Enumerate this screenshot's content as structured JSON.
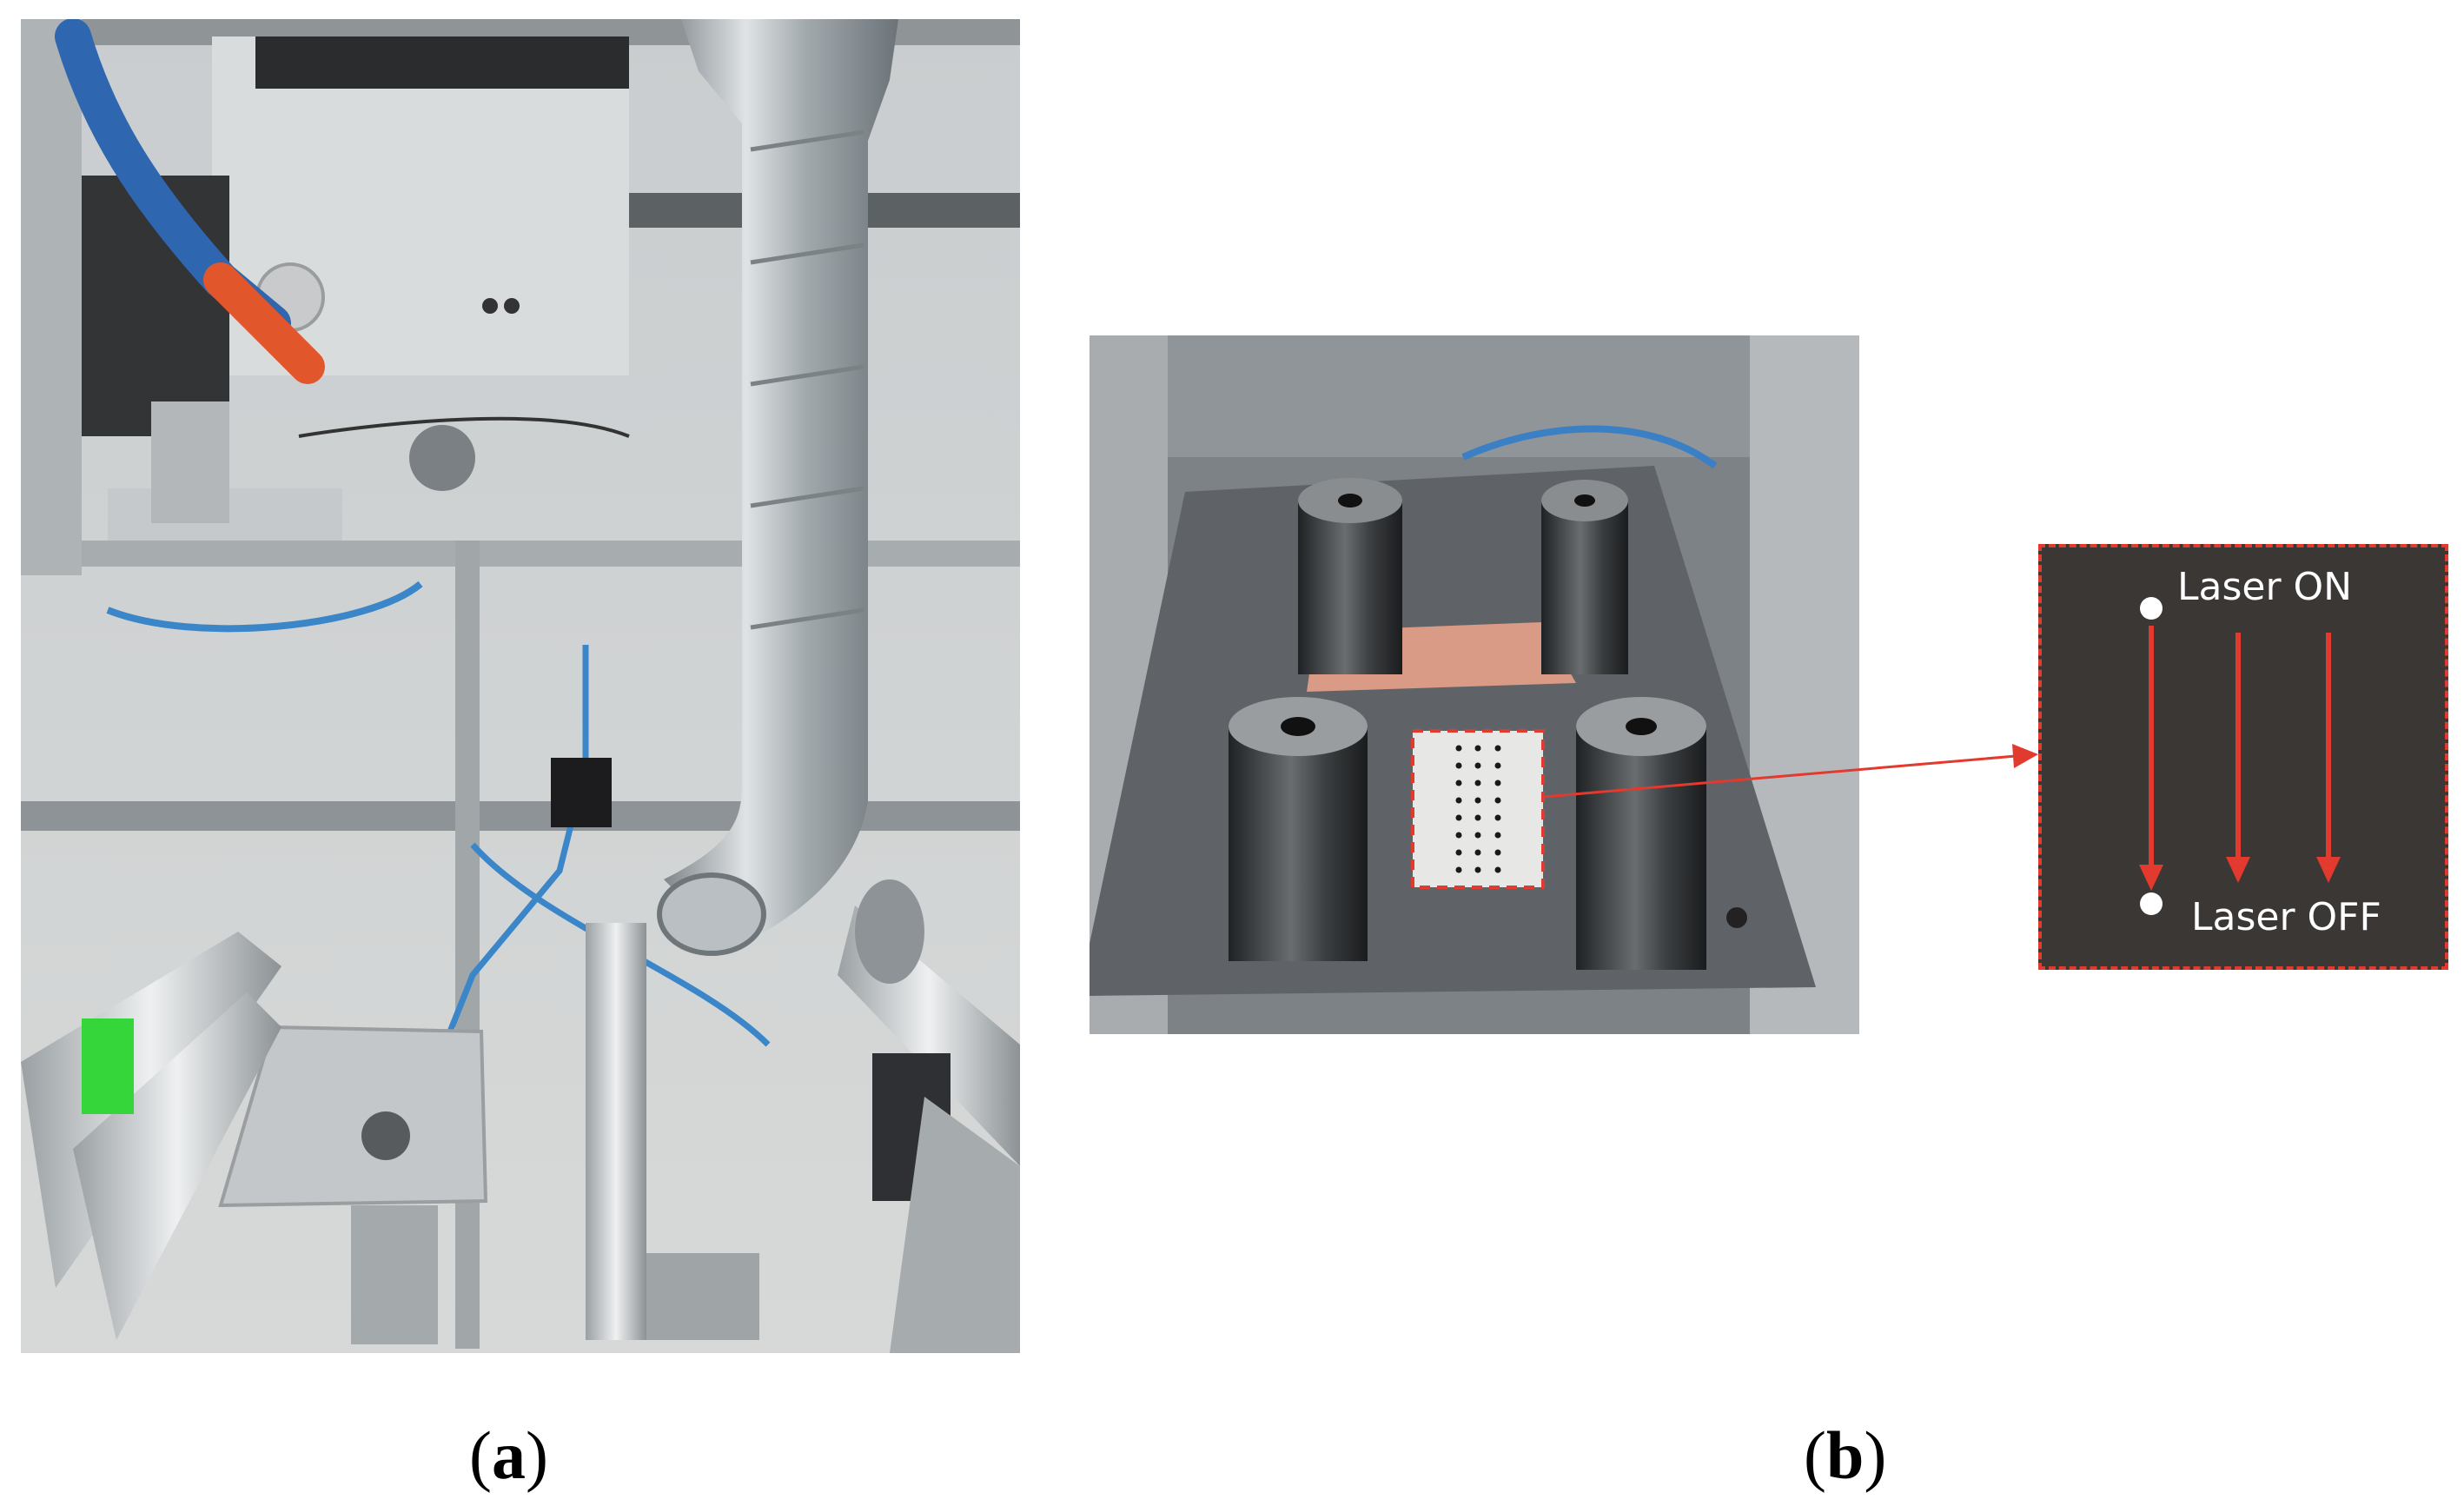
{
  "panels": [
    {
      "id": "a",
      "letter": "a",
      "open": "(",
      "close": ")"
    },
    {
      "id": "b",
      "letter": "b",
      "open": "(",
      "close": ")"
    }
  ],
  "inset": {
    "laser_on": "Laser ON",
    "laser_off": "Laser OFF"
  },
  "colors": {
    "callout_red": "#e23a2e",
    "inset_bg": "#3b3735",
    "copper": "#d99a86",
    "metal": "#5f6266"
  }
}
